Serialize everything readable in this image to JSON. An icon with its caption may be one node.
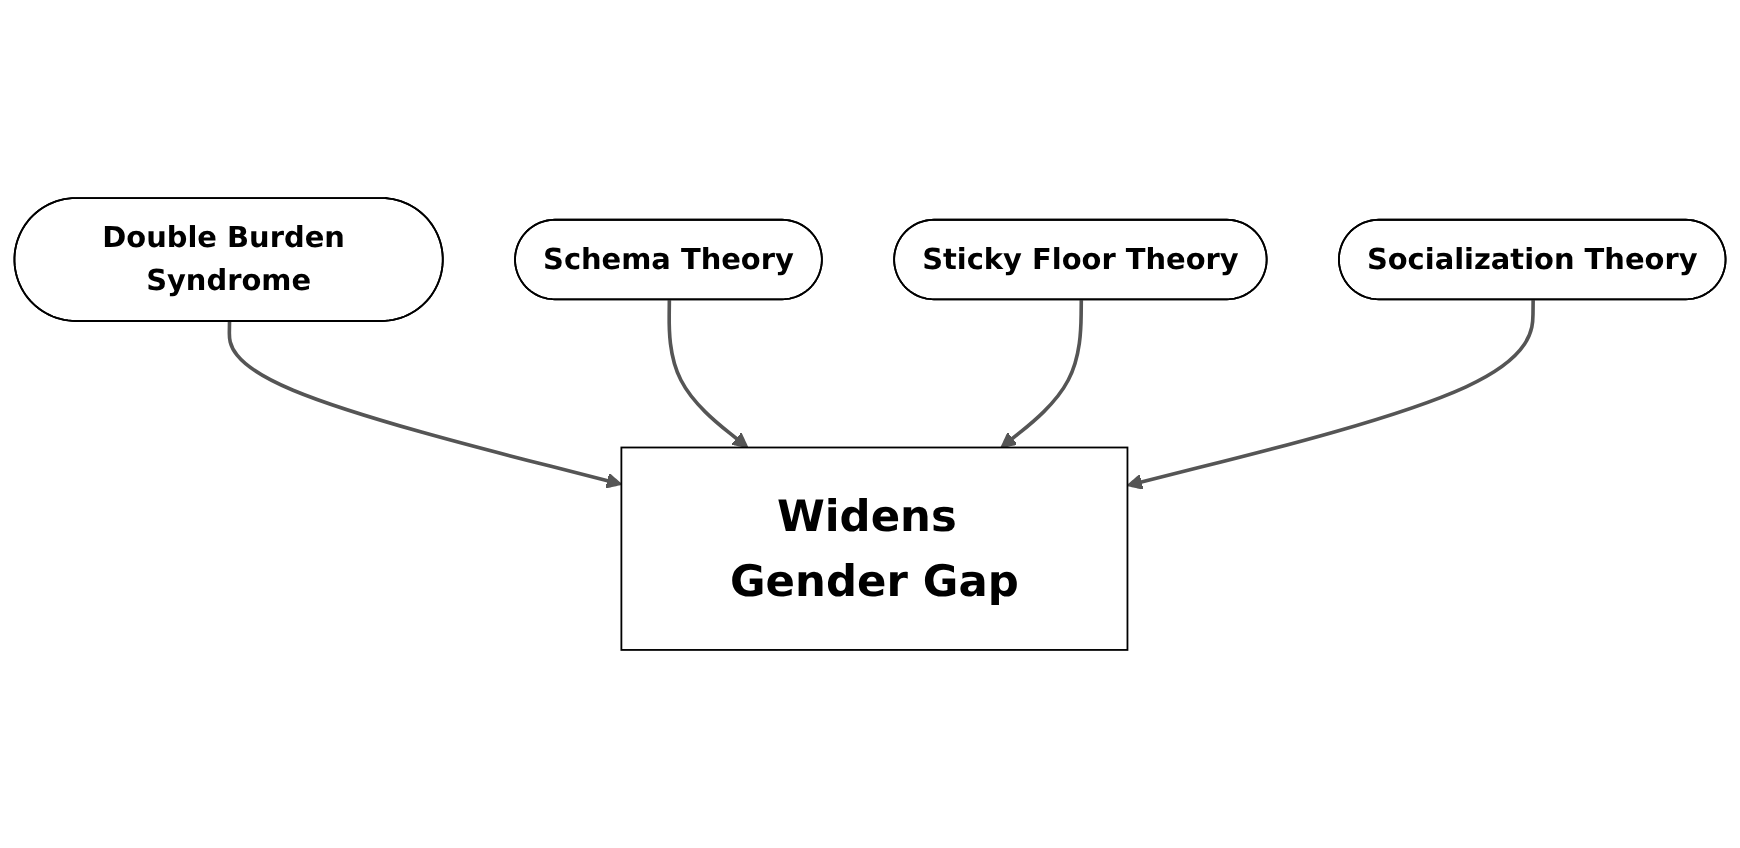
{
  "diagram": {
    "nodes": [
      {
        "text": [
          "Double Burden Syndrome"
        ]
      },
      {
        "text": [
          "Schema Theory"
        ]
      },
      {
        "text": [
          "Widens Gender Gap"
        ]
      },
      {
        "text": [
          "Sticky Floor Theory"
        ]
      },
      {
        "text": [
          "Socialization Theory"
        ]
      }
    ],
    "edges": [
      {
        "from": 0,
        "to": 2,
        "arrow": "to"
      },
      {
        "from": 1,
        "to": 2,
        "arrow": "to"
      },
      {
        "from": 3,
        "to": 2,
        "arrow": "to"
      },
      {
        "from": 4,
        "to": 2,
        "arrow": "to"
      }
    ]
  }
}
